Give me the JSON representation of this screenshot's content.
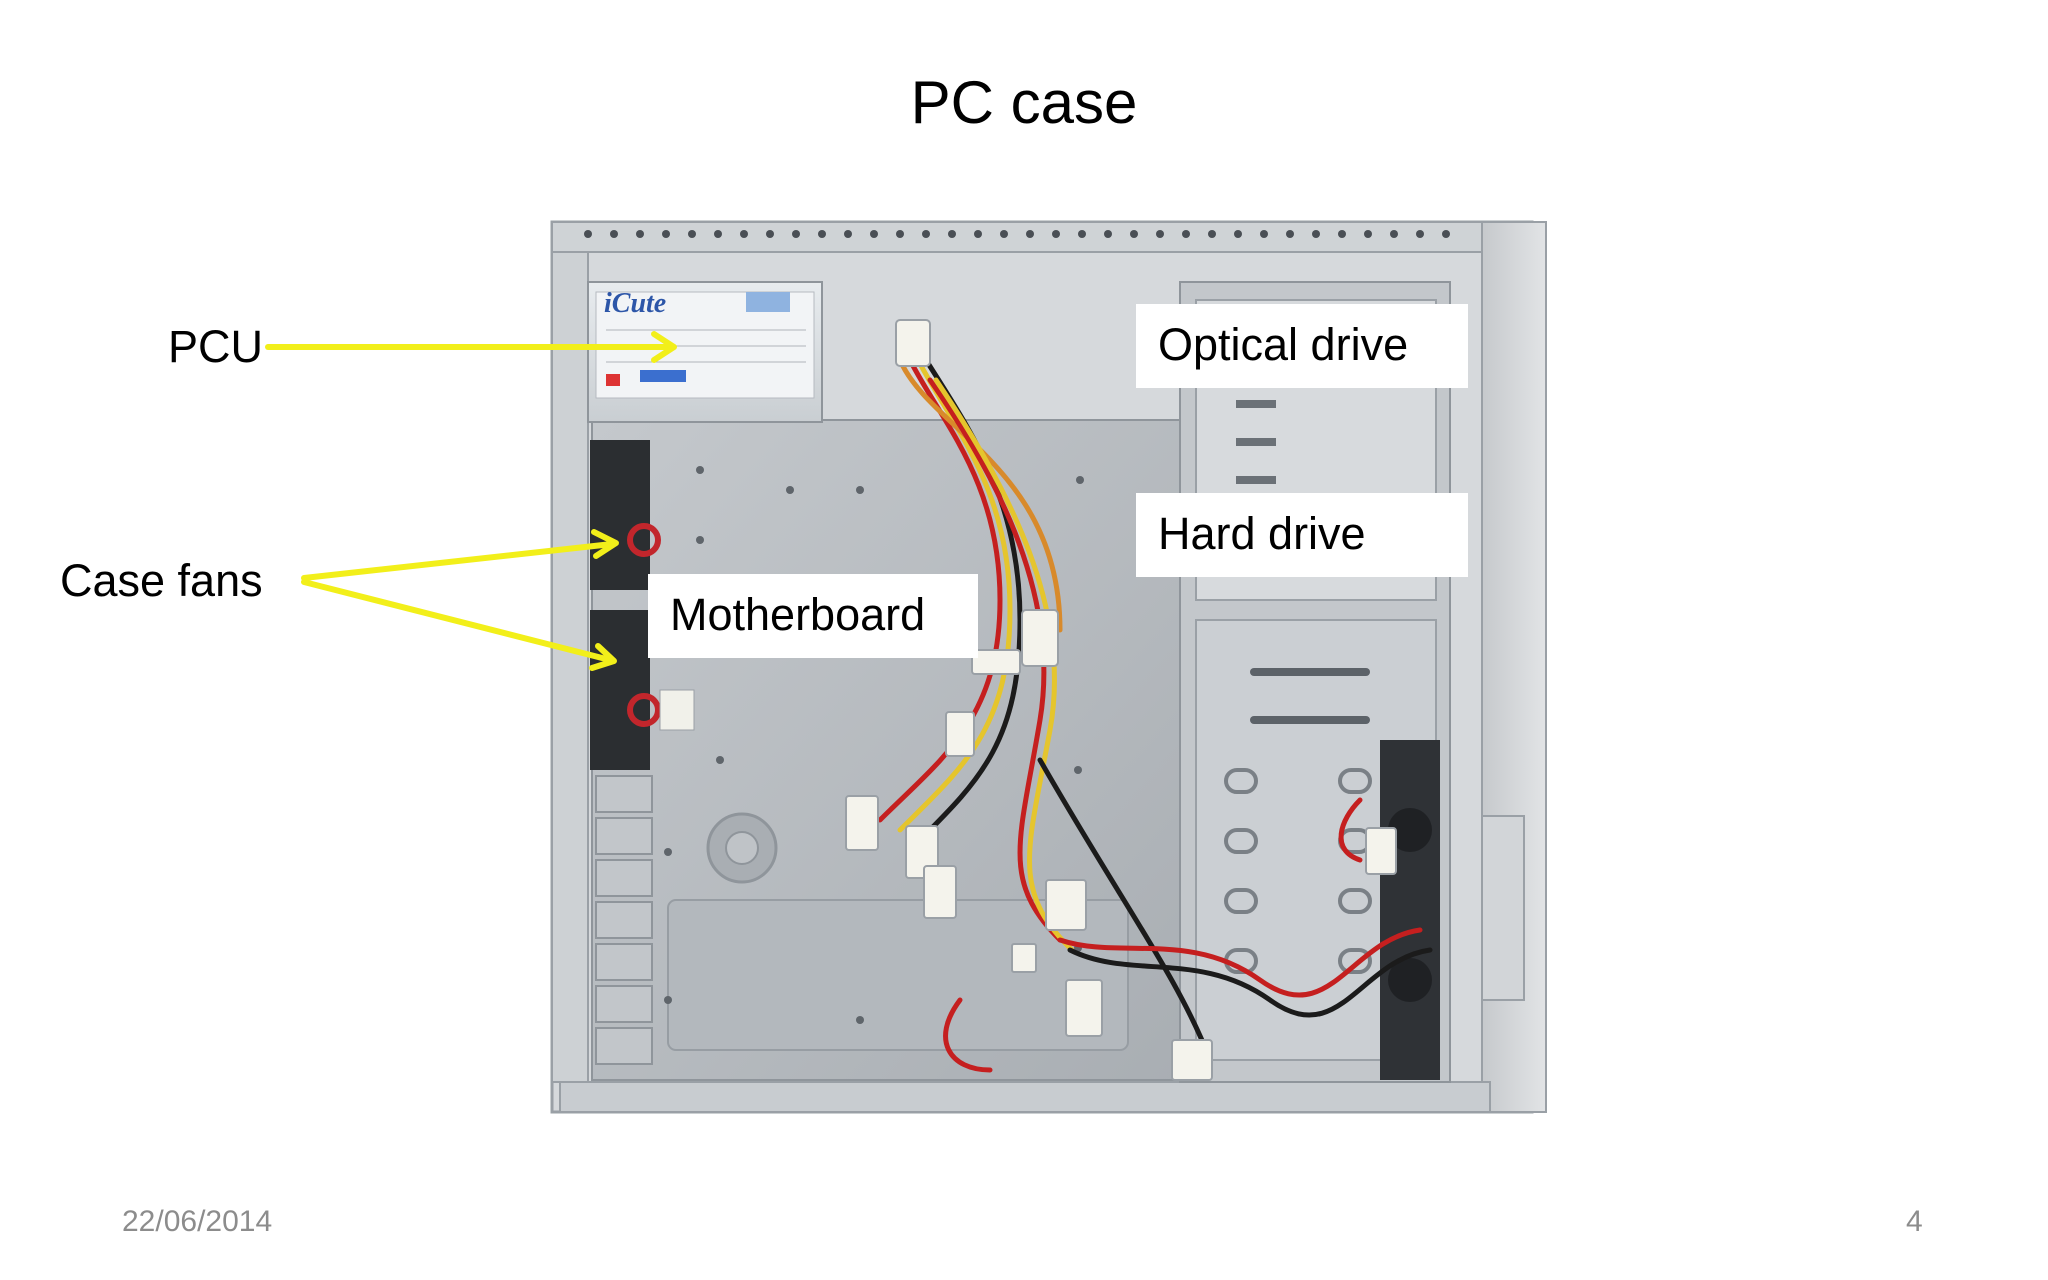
{
  "slide": {
    "title": "PC case",
    "date": "22/06/2014",
    "page_number": "4"
  },
  "labels": {
    "psu": "PCU",
    "case_fans": "Case fans",
    "motherboard": "Motherboard",
    "optical_drive": "Optical drive",
    "hard_drive": "Hard drive"
  },
  "psu_brand": "iCute",
  "colors": {
    "arrow": "#f2ef1a",
    "case_metal": "#b9bdc2",
    "case_frame": "#d6d9dc"
  }
}
